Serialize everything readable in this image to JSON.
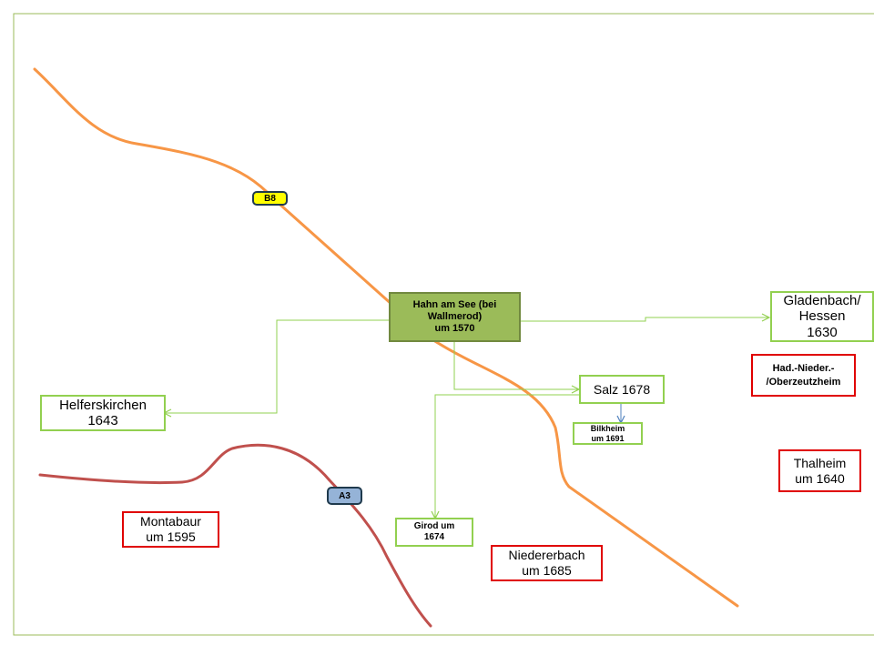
{
  "roads": [
    {
      "label": "B8",
      "color": "#f79646",
      "label_fill": "#ffff00"
    },
    {
      "label": "A3",
      "color": "#c0504d",
      "label_fill": "#95b3d7"
    }
  ],
  "origin": {
    "text": "Hahn am See (bei\nWallmerod)\num 1570"
  },
  "places_green": [
    {
      "key": "gladenbach",
      "text": "Gladenbach/\nHessen\n1630"
    },
    {
      "key": "helferskirchen",
      "text": "Helferskirchen\n1643"
    },
    {
      "key": "salz",
      "text": "Salz 1678"
    },
    {
      "key": "bilkheim",
      "text": "Bilkheim\num 1691"
    },
    {
      "key": "girod",
      "text": "Girod um\n1674"
    }
  ],
  "places_red": [
    {
      "key": "hadamar",
      "text": "Had.-Nieder.-\n/Oberzeutzheim"
    },
    {
      "key": "thalheim",
      "text": "Thalheim\num 1640"
    },
    {
      "key": "montabaur",
      "text": "Montabaur\num 1595"
    },
    {
      "key": "niedererbach",
      "text": "Niedererbach\num 1685"
    }
  ],
  "colors": {
    "frame": "#9bbb59",
    "arrow": "#92d050",
    "arrow_blue": "#4f81bd"
  }
}
